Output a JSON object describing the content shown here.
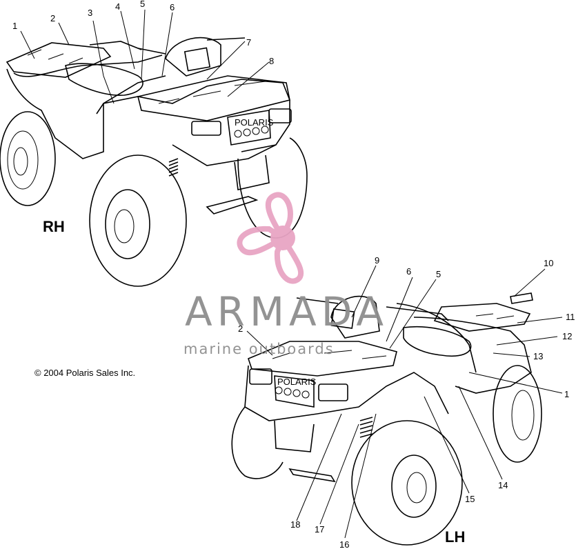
{
  "diagram": {
    "view_labels": {
      "right": "RH",
      "left": "LH"
    },
    "copyright": "© 2004 Polaris Sales Inc.",
    "rh_callouts": [
      "1",
      "2",
      "3",
      "4",
      "5",
      "6",
      "7",
      "8"
    ],
    "lh_callouts": [
      "9",
      "6",
      "5",
      "10",
      "11",
      "2",
      "12",
      "13",
      "1",
      "14",
      "15",
      "16",
      "17",
      "18"
    ],
    "badge_text": "POLARIS"
  },
  "watermark": {
    "brand": "ARMADA",
    "tagline": "marine outboards",
    "color": "#e8a5c4"
  }
}
